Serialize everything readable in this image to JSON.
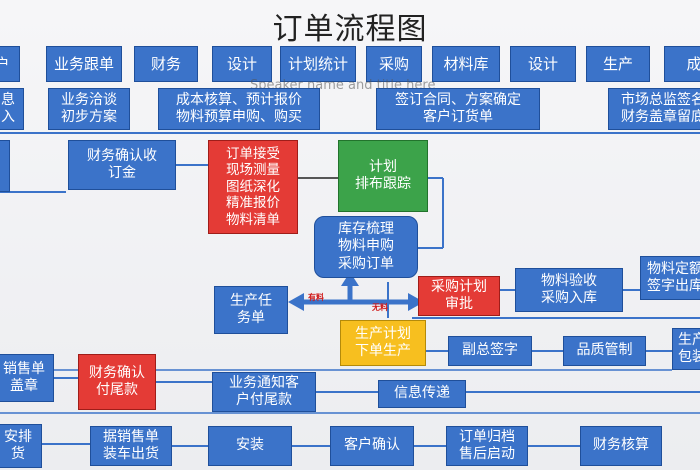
{
  "title": "订单流程图",
  "ghost_text": "Speaker name and title here",
  "colors": {
    "blue": "#3b73c9",
    "red": "#e43b36",
    "green": "#3ca34a",
    "yellow": "#f7bf1f",
    "line": "#3b73c9"
  },
  "header_row": [
    "户",
    "业务跟单",
    "财务",
    "设计",
    "计划统计",
    "采购",
    "材料库",
    "设计",
    "生产",
    "成"
  ],
  "row2": {
    "cut_left": "息\n入",
    "negotiate": "业务洽谈\n初步方案",
    "cost": "成本核算、预计报价\n物料预算申购、购买",
    "contract": "签订合同、方案确定\n客户订货单",
    "market": "市场总监签名\n财务盖章留底"
  },
  "finance_confirm": "财务确认收\n订金",
  "order_receive": "订单接受\n现场测量\n图纸深化\n精准报价\n物料清单",
  "plan_track": "计划\n排布跟踪",
  "inventory": "库存梳理\n物料申购\n采购订单",
  "production_task": "生产任\n务单",
  "tag_has_material": "有料",
  "tag_no_material": "无料",
  "purchase_plan": "采购计划\n审批",
  "material_check": "物料验收\n采购入库",
  "material_out": "物料定额\n签字出库",
  "prod_plan": "生产计划\n下单生产",
  "vp_sign": "副总签字",
  "quality": "品质管制",
  "pack": "生产\n包装",
  "sales_left": "销售单\n盖章",
  "finance_final": "财务确认\n付尾款",
  "notify_client": "业务通知客\n户付尾款",
  "info_pass": "信息传递",
  "arrange_left": "安排\n货",
  "ship": "据销售单\n装车出货",
  "install": "安装",
  "client_confirm": "客户确认",
  "archive": "订单归档\n售后启动",
  "finance_check": "财务核算"
}
